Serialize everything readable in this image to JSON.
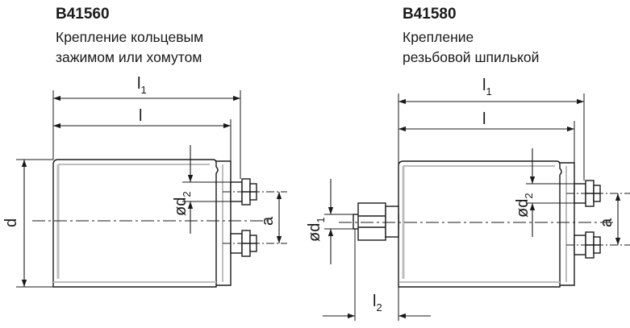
{
  "left": {
    "model": "B41560",
    "caption_line1": "Крепление кольцевым",
    "caption_line2": "зажимом или хомутом",
    "dim_l1": "l",
    "dim_l1_sub": "1",
    "dim_l": "l",
    "dim_d": "d",
    "dim_d2": "ød",
    "dim_d2_sub": "2",
    "dim_a": "a"
  },
  "right": {
    "model": "B41580",
    "caption_line1": "Крепление",
    "caption_line2": "резьбовой шпилькой",
    "dim_l1": "l",
    "dim_l1_sub": "1",
    "dim_l": "l",
    "dim_d1": "ød",
    "dim_d1_sub": "1",
    "dim_d2": "ød",
    "dim_d2_sub": "2",
    "dim_a": "a",
    "dim_l2": "l",
    "dim_l2_sub": "2"
  },
  "colors": {
    "line": "#1a1a1a",
    "shade": "#bdbdbd",
    "background": "#ffffff"
  }
}
